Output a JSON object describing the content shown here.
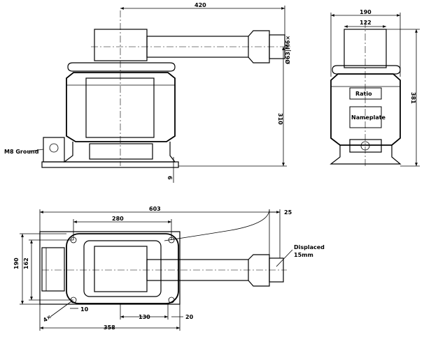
{
  "front_view": {
    "dims": {
      "overall_length": "420",
      "height": "310",
      "base_offset": "6",
      "shaft_diameter": "Ø63|M6×"
    },
    "labels": {
      "ground": "M8 Ground"
    }
  },
  "side_view": {
    "dims": {
      "overall_width": "190",
      "flange_width": "122",
      "overall_height": "381"
    },
    "labels": {
      "ratio": "Ratio",
      "nameplate": "Nameplate"
    }
  },
  "top_view": {
    "dims": {
      "overall_length": "603",
      "flange_spacing": "280",
      "end_offset": "25",
      "depth_outer": "190",
      "depth_inner": "162",
      "foot_offset": "10",
      "bottom_span": "130",
      "bottom_offset": "20",
      "base_length": "358",
      "holes": "4×"
    },
    "labels": {
      "displaced_line1": "Displaced",
      "displaced_line2": "15mm"
    }
  }
}
